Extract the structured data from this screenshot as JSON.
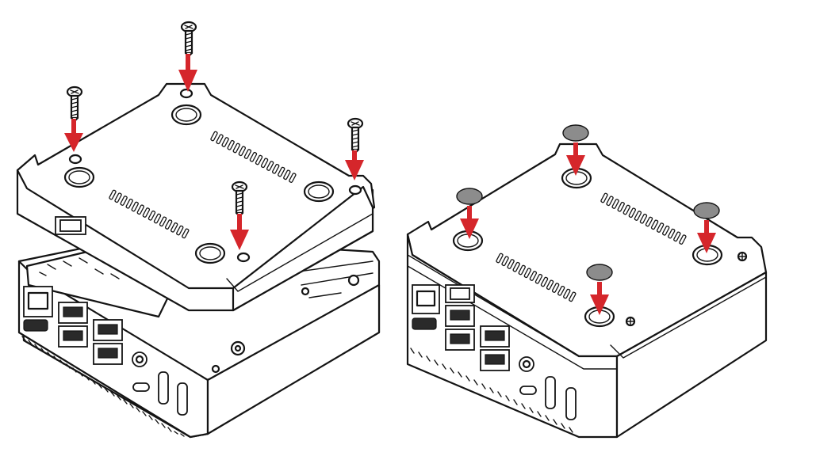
{
  "colors": {
    "arrow": "#d5262b",
    "line": "#141414",
    "background": "#ffffff",
    "rubber_foot": "#8c8c8c"
  },
  "panels": [
    {
      "id": "left",
      "step": "attach-bottom-cover-with-screws",
      "fastener": "screw",
      "fastener_count": 4
    },
    {
      "id": "right",
      "step": "attach-rubber-feet",
      "fastener": "rubber-foot",
      "fastener_count": 4
    }
  ],
  "icons": [
    "screw-icon",
    "arrow-down-icon",
    "rubber-foot-icon",
    "case-base-icon",
    "bottom-cover-icon"
  ]
}
